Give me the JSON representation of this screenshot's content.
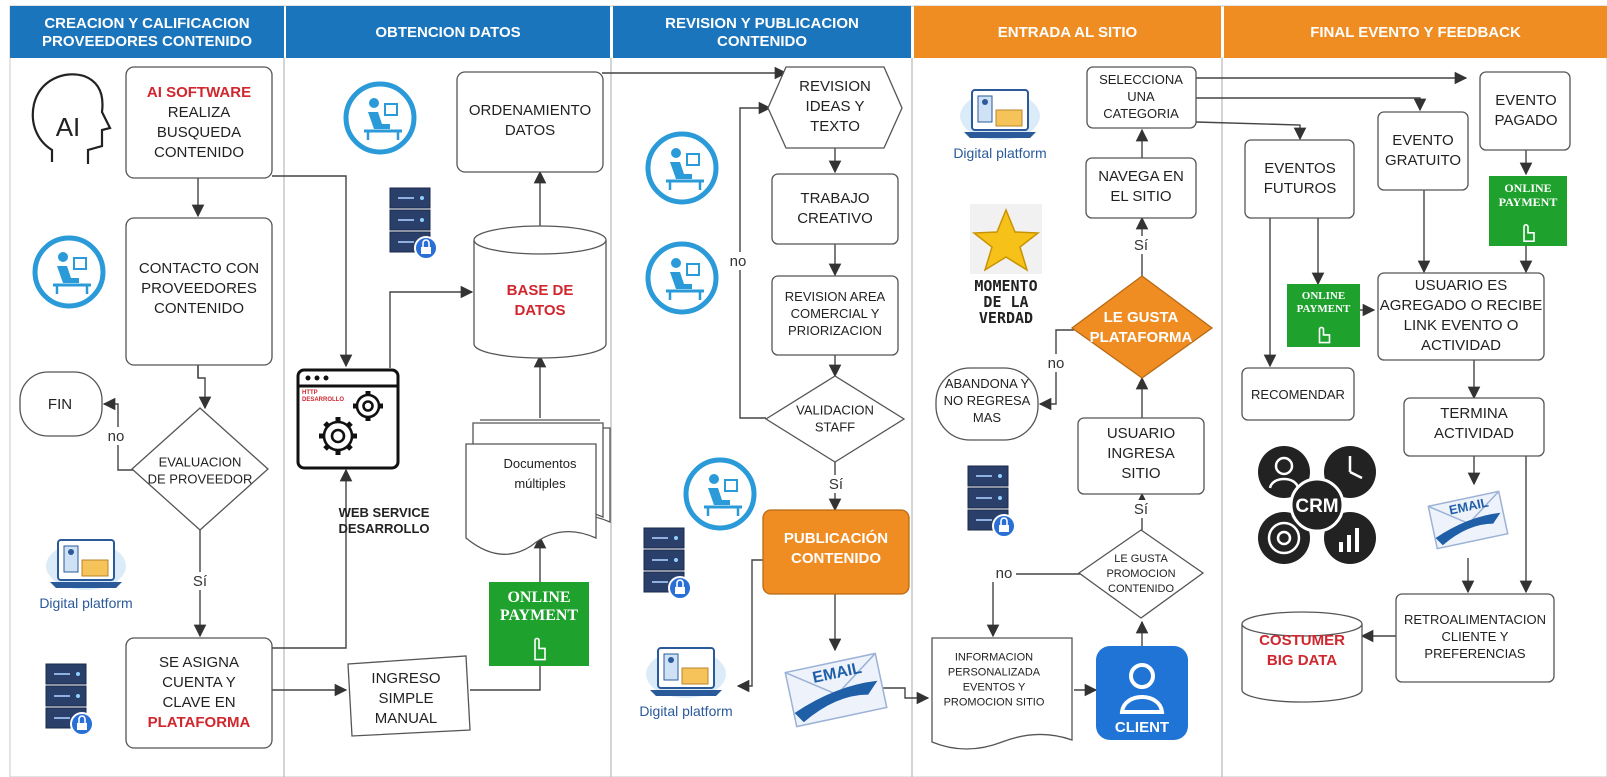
{
  "lanes": [
    {
      "id": "lane-1",
      "title": [
        "CREACION Y CALIFICACION",
        "PROVEEDORES CONTENIDO"
      ],
      "color": "#1a75bc"
    },
    {
      "id": "lane-2",
      "title": [
        "OBTENCION DATOS"
      ],
      "color": "#1a75bc"
    },
    {
      "id": "lane-3",
      "title": [
        "REVISION Y PUBLICACION",
        "CONTENIDO"
      ],
      "color": "#1a75bc"
    },
    {
      "id": "lane-4",
      "title": [
        "ENTRADA AL SITIO"
      ],
      "color": "#ef8c22"
    },
    {
      "id": "lane-5",
      "title": [
        "FINAL EVENTO Y FEEDBACK"
      ],
      "color": "#ef8c22"
    }
  ],
  "colors": {
    "blue": "#1a75bc",
    "orange": "#ef8c22",
    "red": "#d0262e",
    "green": "#1ea12d",
    "navy": "#1f5fa8"
  },
  "icons": {
    "ai_head": "AI",
    "crm": "CRM",
    "client": "CLIENT",
    "email": "EMAIL",
    "star_caption": [
      "MOMENTO",
      "DE LA",
      "VERDAD"
    ],
    "digital_platform": "Digital platform",
    "http_caption": [
      "HTTP",
      "DESARROLLO"
    ],
    "online_payment": [
      "ONLINE",
      "PAYMENT"
    ]
  },
  "nodes": {
    "ai_software": {
      "lines": [
        {
          "t": "AI SOFTWARE",
          "s": "red"
        },
        {
          "t": "REALIZA"
        },
        {
          "t": "BUSQUEDA"
        },
        {
          "t": "CONTENIDO"
        }
      ]
    },
    "contacto": {
      "lines": [
        {
          "t": "CONTACTO CON"
        },
        {
          "t": "PROVEEDORES"
        },
        {
          "t": "CONTENIDO"
        }
      ]
    },
    "fin": {
      "lines": [
        {
          "t": "FIN"
        }
      ]
    },
    "evaluacion": {
      "lines": [
        {
          "t": "EVALUACION"
        },
        {
          "t": "DE PROVEEDOR"
        }
      ]
    },
    "asigna": {
      "lines": [
        {
          "t": "SE ASIGNA"
        },
        {
          "t": "CUENTA Y"
        },
        {
          "t": "CLAVE EN"
        },
        {
          "t": "PLATAFORMA",
          "s": "red"
        }
      ]
    },
    "web_service": {
      "lines": [
        {
          "t": "WEB SERVICE"
        },
        {
          "t": "DESARROLLO"
        }
      ]
    },
    "ordenamiento": {
      "lines": [
        {
          "t": "ORDENAMIENTO"
        },
        {
          "t": "DATOS"
        }
      ]
    },
    "base_datos": {
      "lines": [
        {
          "t": "BASE DE",
          "s": "red"
        },
        {
          "t": "DATOS",
          "s": "red"
        }
      ]
    },
    "documentos": {
      "lines": [
        {
          "t": "Documentos"
        },
        {
          "t": "múltiples"
        }
      ]
    },
    "ingreso": {
      "lines": [
        {
          "t": "INGRESO"
        },
        {
          "t": "SIMPLE"
        },
        {
          "t": "MANUAL"
        }
      ]
    },
    "revision_ideas": {
      "lines": [
        {
          "t": "REVISION"
        },
        {
          "t": "IDEAS Y"
        },
        {
          "t": "TEXTO"
        }
      ]
    },
    "trabajo": {
      "lines": [
        {
          "t": "TRABAJO"
        },
        {
          "t": "CREATIVO"
        }
      ]
    },
    "revision_area": {
      "lines": [
        {
          "t": "REVISION AREA"
        },
        {
          "t": "COMERCIAL Y"
        },
        {
          "t": "PRIORIZACION"
        }
      ]
    },
    "validacion": {
      "lines": [
        {
          "t": "VALIDACION"
        },
        {
          "t": "STAFF"
        }
      ]
    },
    "publicacion": {
      "lines": [
        {
          "t": "PUBLICACIÓN",
          "s": "white"
        },
        {
          "t": "CONTENIDO",
          "s": "white"
        }
      ]
    },
    "selecciona": {
      "lines": [
        {
          "t": "SELECCIONA"
        },
        {
          "t": "UNA"
        },
        {
          "t": "CATEGORIA"
        }
      ]
    },
    "navega": {
      "lines": [
        {
          "t": "NAVEGA EN"
        },
        {
          "t": "EL SITIO"
        }
      ]
    },
    "le_gusta_plat": {
      "lines": [
        {
          "t": "LE GUSTA",
          "s": "white"
        },
        {
          "t": "PLATAFORMA",
          "s": "white"
        }
      ]
    },
    "abandona": {
      "lines": [
        {
          "t": "ABANDONA Y"
        },
        {
          "t": "NO REGRESA"
        },
        {
          "t": "MAS"
        }
      ]
    },
    "usuario_ingresa": {
      "lines": [
        {
          "t": "USUARIO"
        },
        {
          "t": "INGRESA"
        },
        {
          "t": "SITIO"
        }
      ]
    },
    "le_gusta_promo": {
      "lines": [
        {
          "t": "LE GUSTA"
        },
        {
          "t": "PROMOCION"
        },
        {
          "t": "CONTENIDO"
        }
      ]
    },
    "informacion": {
      "lines": [
        {
          "t": "INFORMACION"
        },
        {
          "t": "PERSONALIZADA"
        },
        {
          "t": "EVENTOS Y"
        },
        {
          "t": "PROMOCION SITIO"
        }
      ]
    },
    "eventos_futuros": {
      "lines": [
        {
          "t": "EVENTOS"
        },
        {
          "t": "FUTUROS"
        }
      ]
    },
    "evento_gratuito": {
      "lines": [
        {
          "t": "EVENTO"
        },
        {
          "t": "GRATUITO"
        }
      ]
    },
    "evento_pagado": {
      "lines": [
        {
          "t": "EVENTO"
        },
        {
          "t": "PAGADO"
        }
      ]
    },
    "recomendar": {
      "lines": [
        {
          "t": "RECOMENDAR"
        }
      ]
    },
    "usuario_agregado": {
      "lines": [
        {
          "t": "USUARIO ES"
        },
        {
          "t": "AGREGADO O RECIBE"
        },
        {
          "t": "LINK EVENTO O"
        },
        {
          "t": "ACTIVIDAD"
        }
      ]
    },
    "termina": {
      "lines": [
        {
          "t": "TERMINA"
        },
        {
          "t": "ACTIVIDAD"
        }
      ]
    },
    "retro": {
      "lines": [
        {
          "t": "RETROALIMENTACION"
        },
        {
          "t": "CLIENTE Y"
        },
        {
          "t": "PREFERENCIAS"
        }
      ]
    },
    "big_data": {
      "lines": [
        {
          "t": "COSTUMER",
          "s": "red"
        },
        {
          "t": "BIG DATA",
          "s": "red"
        }
      ]
    }
  },
  "edge_labels": {
    "no": "no",
    "si": "Sí"
  }
}
